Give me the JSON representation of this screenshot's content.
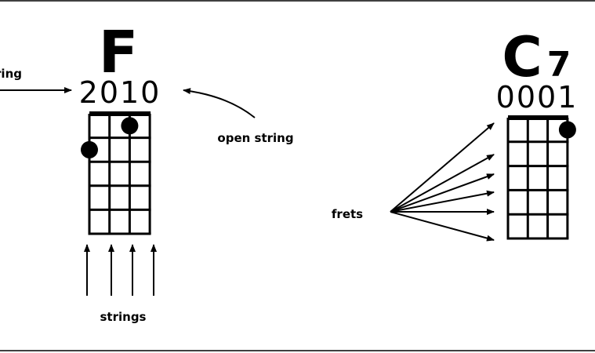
{
  "chords": [
    {
      "name": "F",
      "suffix": "",
      "fingering": "2010",
      "dots": [
        {
          "string": 3,
          "fret": 1
        },
        {
          "string": 1,
          "fret": 2
        }
      ]
    },
    {
      "name": "C",
      "suffix": "7",
      "fingering": "0001",
      "dots": [
        {
          "string": 4,
          "fret": 1
        }
      ]
    }
  ],
  "labels": {
    "fretted_string": "ring",
    "open_string": "open string",
    "strings": "strings",
    "frets": "frets"
  },
  "colors": {
    "ink": "#000000",
    "background": "#ffffff"
  }
}
